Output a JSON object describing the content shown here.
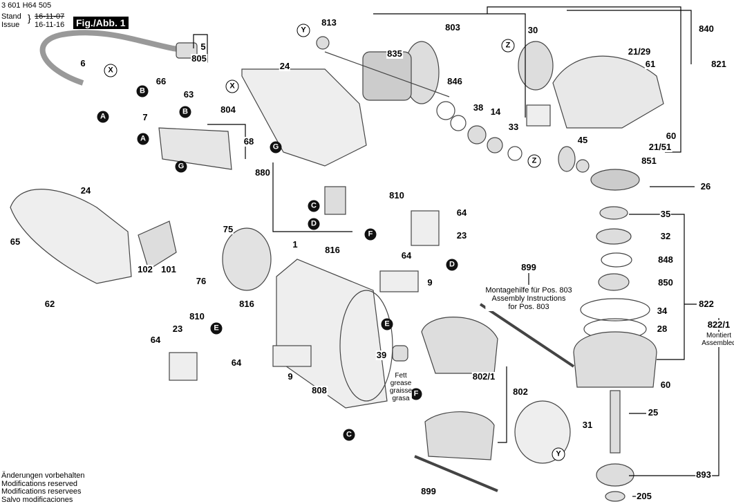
{
  "header": {
    "doc_number": "3 601 H64 505",
    "stand_label": "Stand",
    "issue_label": "Issue",
    "stand_date": "16-11-07",
    "issue_date": "16-11-16",
    "figure": "Fig./Abb. 1"
  },
  "callouts": [
    "5",
    "805",
    "6",
    "66",
    "63",
    "7",
    "804",
    "68",
    "24",
    "813",
    "803",
    "835",
    "30",
    "840",
    "21/29",
    "821",
    "61",
    "846",
    "38",
    "14",
    "33",
    "60",
    "45",
    "21/51",
    "851",
    "26",
    "880",
    "810",
    "64",
    "23",
    "816",
    "64",
    "9",
    "24",
    "65",
    "102",
    "101",
    "62",
    "75",
    "1",
    "76",
    "816",
    "810",
    "23",
    "64",
    "64",
    "9",
    "899",
    "35",
    "32",
    "848",
    "850",
    "822",
    "34",
    "28",
    "822/1",
    "60",
    "39",
    "808",
    "802/1",
    "802",
    "25",
    "31",
    "899",
    "893",
    "205"
  ],
  "markers": {
    "filled": [
      "A",
      "A",
      "B",
      "B",
      "G",
      "G",
      "C",
      "D",
      "F",
      "D",
      "E",
      "E",
      "F",
      "C"
    ],
    "outlined": [
      "X",
      "X",
      "Y",
      "Z",
      "Z",
      "Y"
    ]
  },
  "notes": {
    "assembly_help": [
      "Montagehilfe für Pos. 803",
      "Assembly Instructions",
      "for Pos. 803"
    ],
    "grease": [
      "Fett",
      "grease",
      "graisse",
      "grasa"
    ],
    "assembled": [
      "Montiert",
      "Assembled"
    ]
  },
  "footer": [
    "Änderungen vorbehalten",
    "Modifications reserved",
    "Modifications reservees",
    "Salvo modificaciones"
  ]
}
